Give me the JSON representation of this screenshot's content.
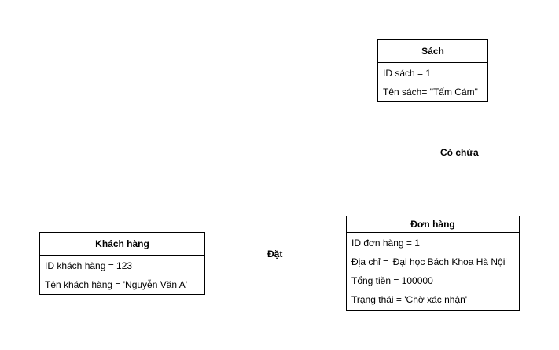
{
  "entities": {
    "sach": {
      "title": "Sách",
      "attributes": [
        "ID sách = 1",
        "Tên sách= \"Tấm Cám\""
      ]
    },
    "don_hang": {
      "title": "Đơn hàng",
      "attributes": [
        "ID đơn hàng = 1",
        "Địa chỉ = 'Đại học Bách Khoa Hà Nội'",
        "Tổng tiền = 100000",
        "Trạng thái = 'Chờ xác nhận'"
      ]
    },
    "khach_hang": {
      "title": "Khách hàng",
      "attributes": [
        "ID khách hàng = 123",
        "Tên khách hàng = 'Nguyễn Văn A'"
      ]
    }
  },
  "relationships": {
    "co_chua": {
      "label": "Có chứa",
      "from": "Sách",
      "to": "Đơn hàng"
    },
    "dat": {
      "label": "Đặt",
      "from": "Khách hàng",
      "to": "Đơn hàng"
    }
  }
}
